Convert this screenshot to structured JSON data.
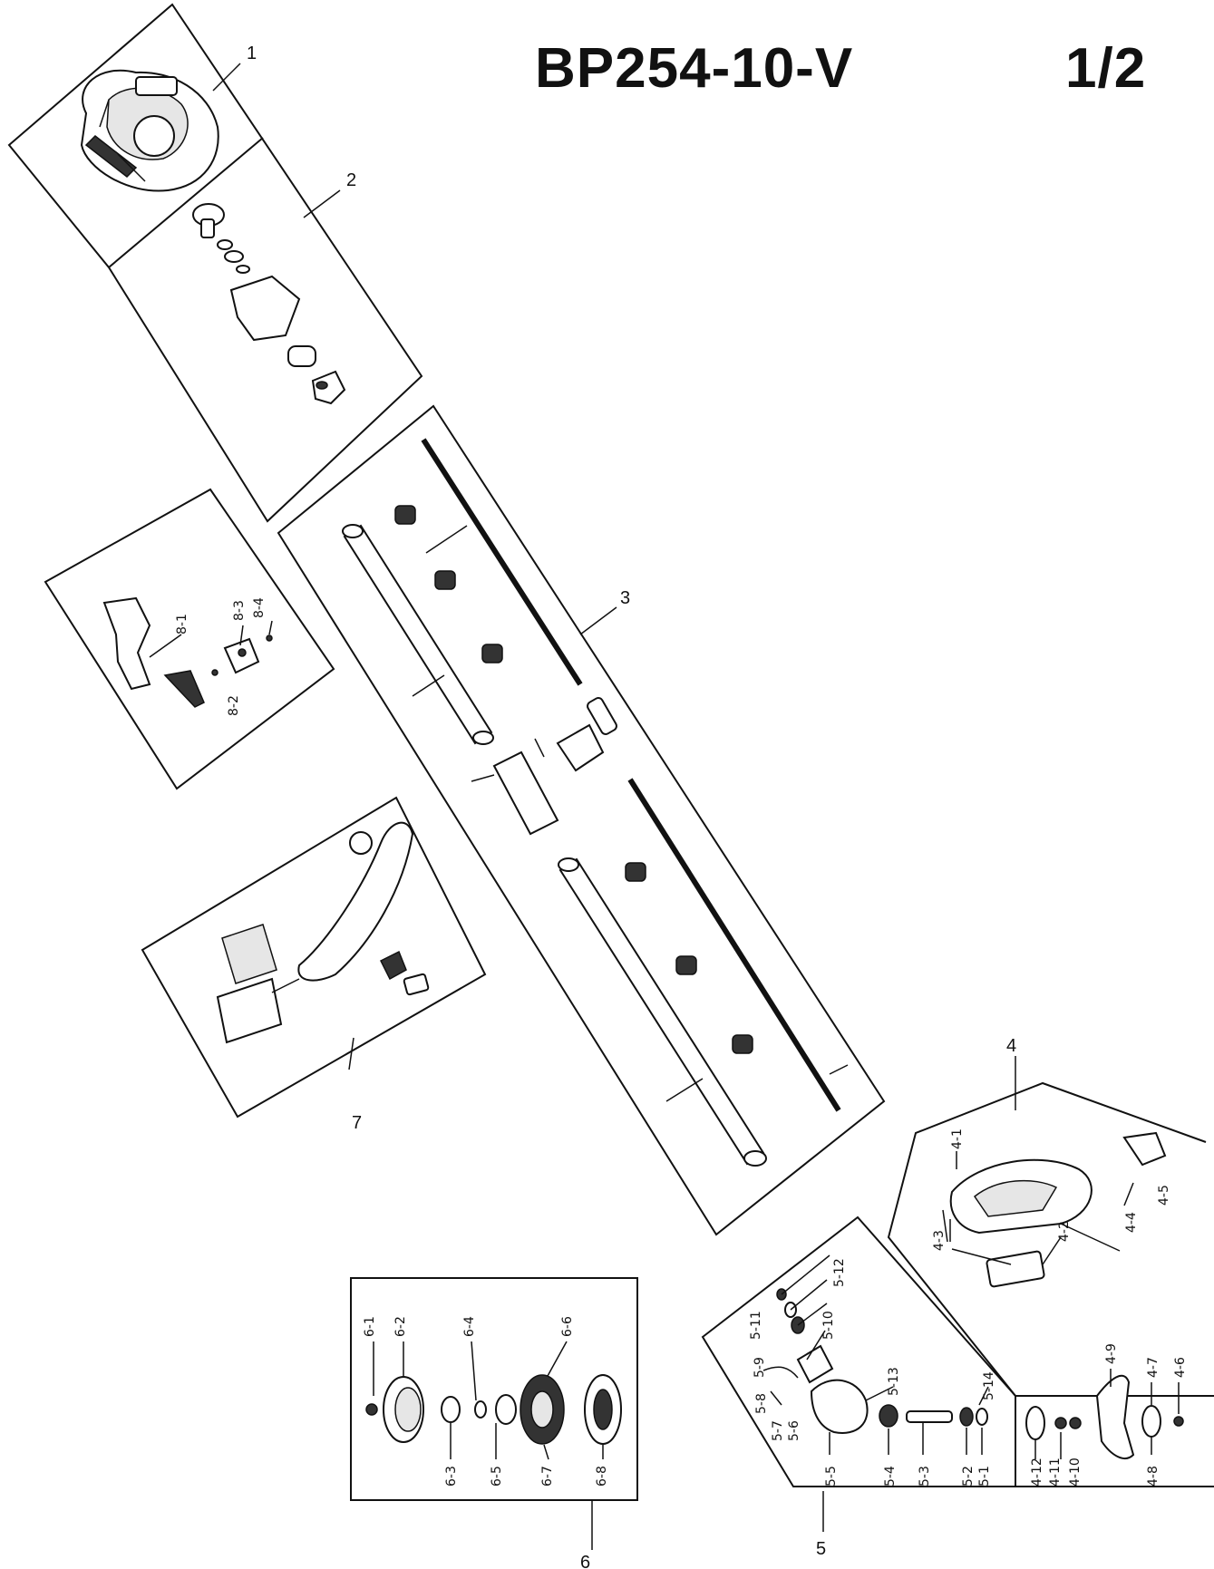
{
  "header": {
    "model": "BP254-10-V",
    "page": "1/2"
  },
  "labels": {
    "group_engine": "1",
    "group_clutch": "2",
    "group_shaft": "3",
    "group_guard": "4",
    "group_gearhead": "5",
    "group_trimmer_head": "6",
    "group_handle": "7",
    "switch_8_1": "8-1",
    "switch_8_2": "8-2",
    "switch_8_3": "8-3",
    "switch_8_4": "8-4",
    "guard_4_1": "4-1",
    "guard_4_2": "4-2",
    "guard_4_3": "4-3",
    "guard_4_4": "4-4",
    "guard_4_5": "4-5",
    "gear_5_1": "5-1",
    "gear_5_2": "5-2",
    "gear_5_3": "5-3",
    "gear_5_4": "5-4",
    "gear_5_5": "5-5",
    "gear_5_6": "5-6",
    "gear_5_7": "5-7",
    "gear_5_8": "5-8",
    "gear_5_9": "5-9",
    "gear_5_10": "5-10",
    "gear_5_11": "5-11",
    "gear_5_12": "5-12",
    "gear_5_13": "5-13",
    "gear_5_14": "5-14",
    "blade_4_6": "4-6",
    "blade_4_7": "4-7",
    "blade_4_8": "4-8",
    "blade_4_9": "4-9",
    "blade_4_10": "4-10",
    "blade_4_11": "4-11",
    "blade_4_12": "4-12",
    "head_6_1": "6-1",
    "head_6_2": "6-2",
    "head_6_3": "6-3",
    "head_6_4": "6-4",
    "head_6_5": "6-5",
    "head_6_6": "6-6",
    "head_6_7": "6-7",
    "head_6_8": "6-8"
  }
}
